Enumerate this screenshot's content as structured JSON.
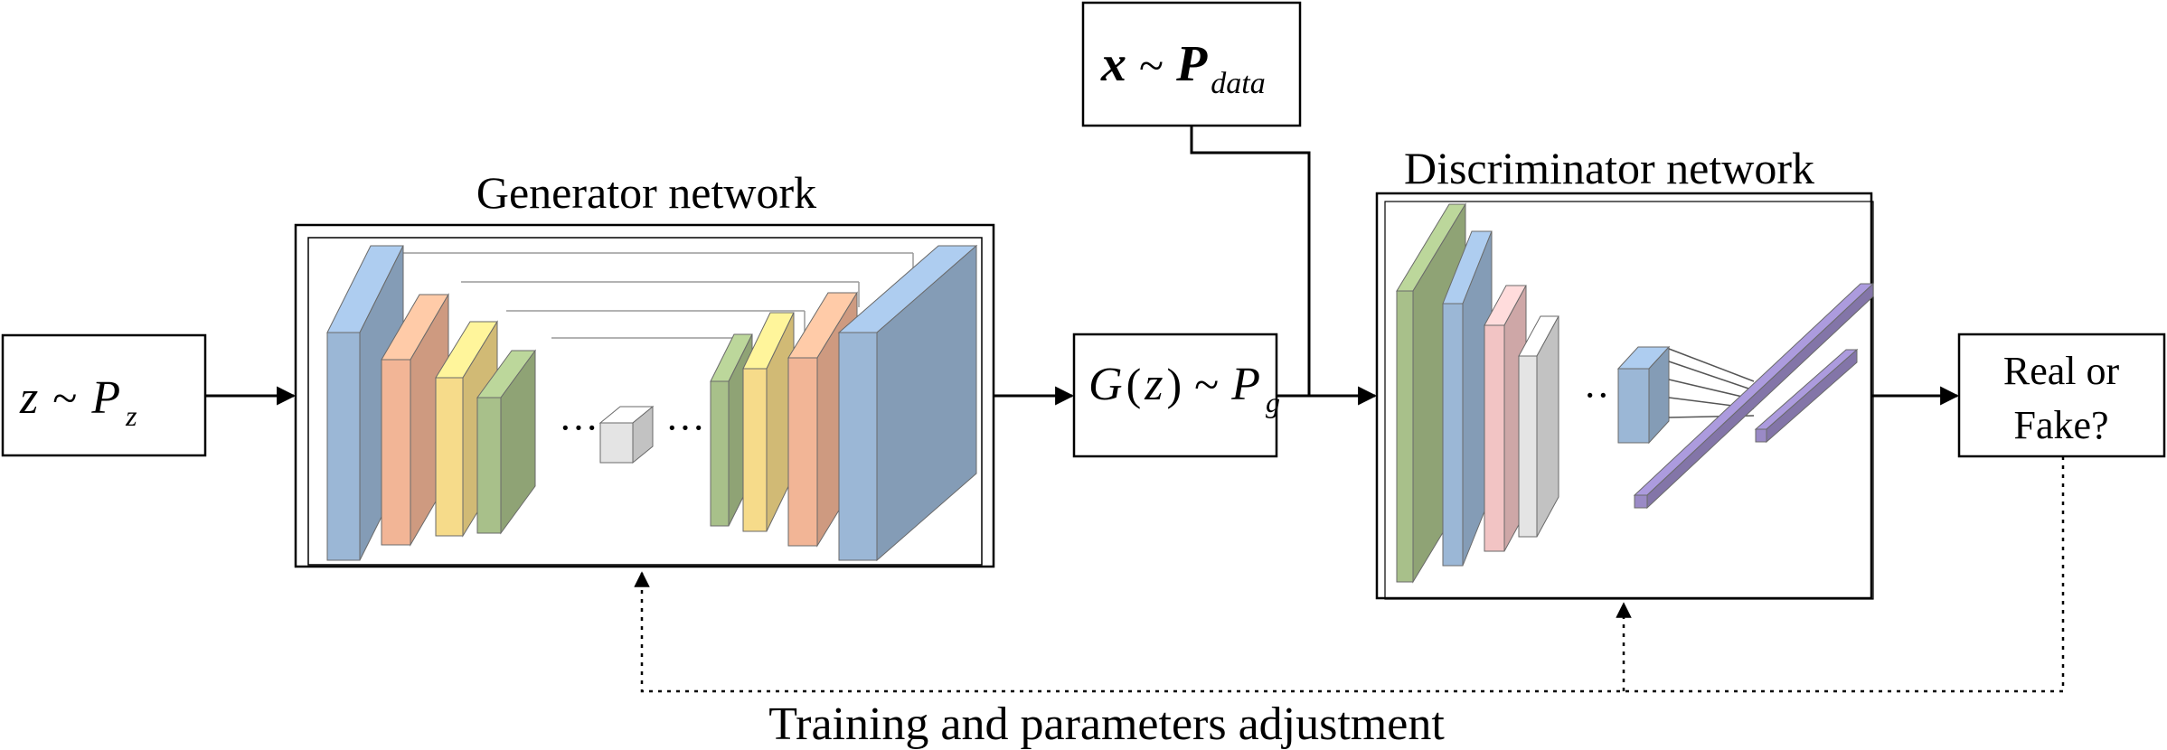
{
  "inputs": {
    "z_var": "z",
    "tilde": "~",
    "z_dist": "P",
    "z_sub": "z",
    "x_var": "x",
    "x_dist": "P",
    "x_sub": "data"
  },
  "generator": {
    "title": "Generator network",
    "ellipsis_left": "···",
    "ellipsis_right": "···"
  },
  "generated": {
    "func": "G",
    "open": "(",
    "arg": "z",
    "close": ")",
    "tilde": "~",
    "dist": "P",
    "sub": "g"
  },
  "discriminator": {
    "title": "Discriminator network",
    "ellipsis": "··"
  },
  "output": {
    "line1": "Real or",
    "line2": "Fake?"
  },
  "feedback": {
    "caption": "Training and parameters adjustment"
  },
  "colors": {
    "blue": "#9bb7d6",
    "orange": "#f2b596",
    "yellow": "#f6db8a",
    "green": "#a8c08a",
    "gray": "#e4e4e4",
    "purple": "#9a8ac6",
    "pink": "#f2c4c4"
  }
}
